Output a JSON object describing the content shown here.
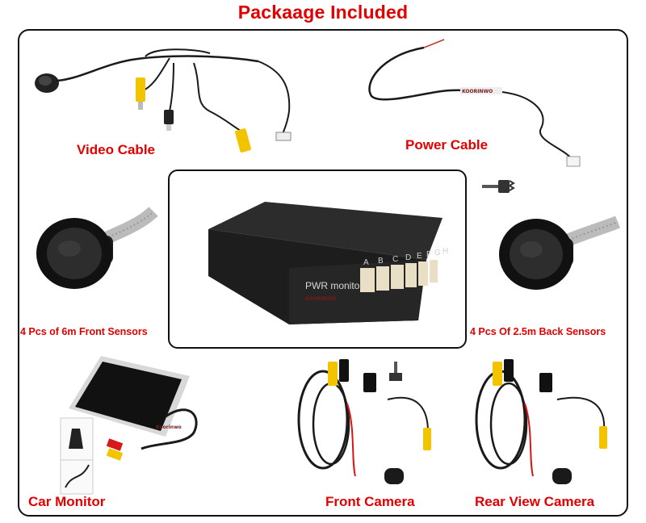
{
  "title": "Packaage Included",
  "items": {
    "video_cable": "Video Cable",
    "power_cable": "Power Cable",
    "front_sensors": "4 Pcs of 6m Front Sensors",
    "back_sensors": "4 Pcs Of 2.5m Back Sensors",
    "car_monitor": "Car Monitor",
    "front_camera": "Front Camera",
    "rear_camera": "Rear View Camera"
  },
  "control_box": {
    "label": "PWR monitor",
    "ports": [
      "A",
      "B",
      "C",
      "D",
      "E",
      "F",
      "G",
      "H"
    ]
  },
  "brand_marks": {
    "box": "KOORINWO",
    "power_tag": "KOORINWO",
    "monitor": "Koorinwo"
  },
  "colors": {
    "label_red": "#e30000",
    "cable_black": "#1a1a1a",
    "rca_yellow": "#f2c400",
    "rca_red": "#d81818"
  }
}
